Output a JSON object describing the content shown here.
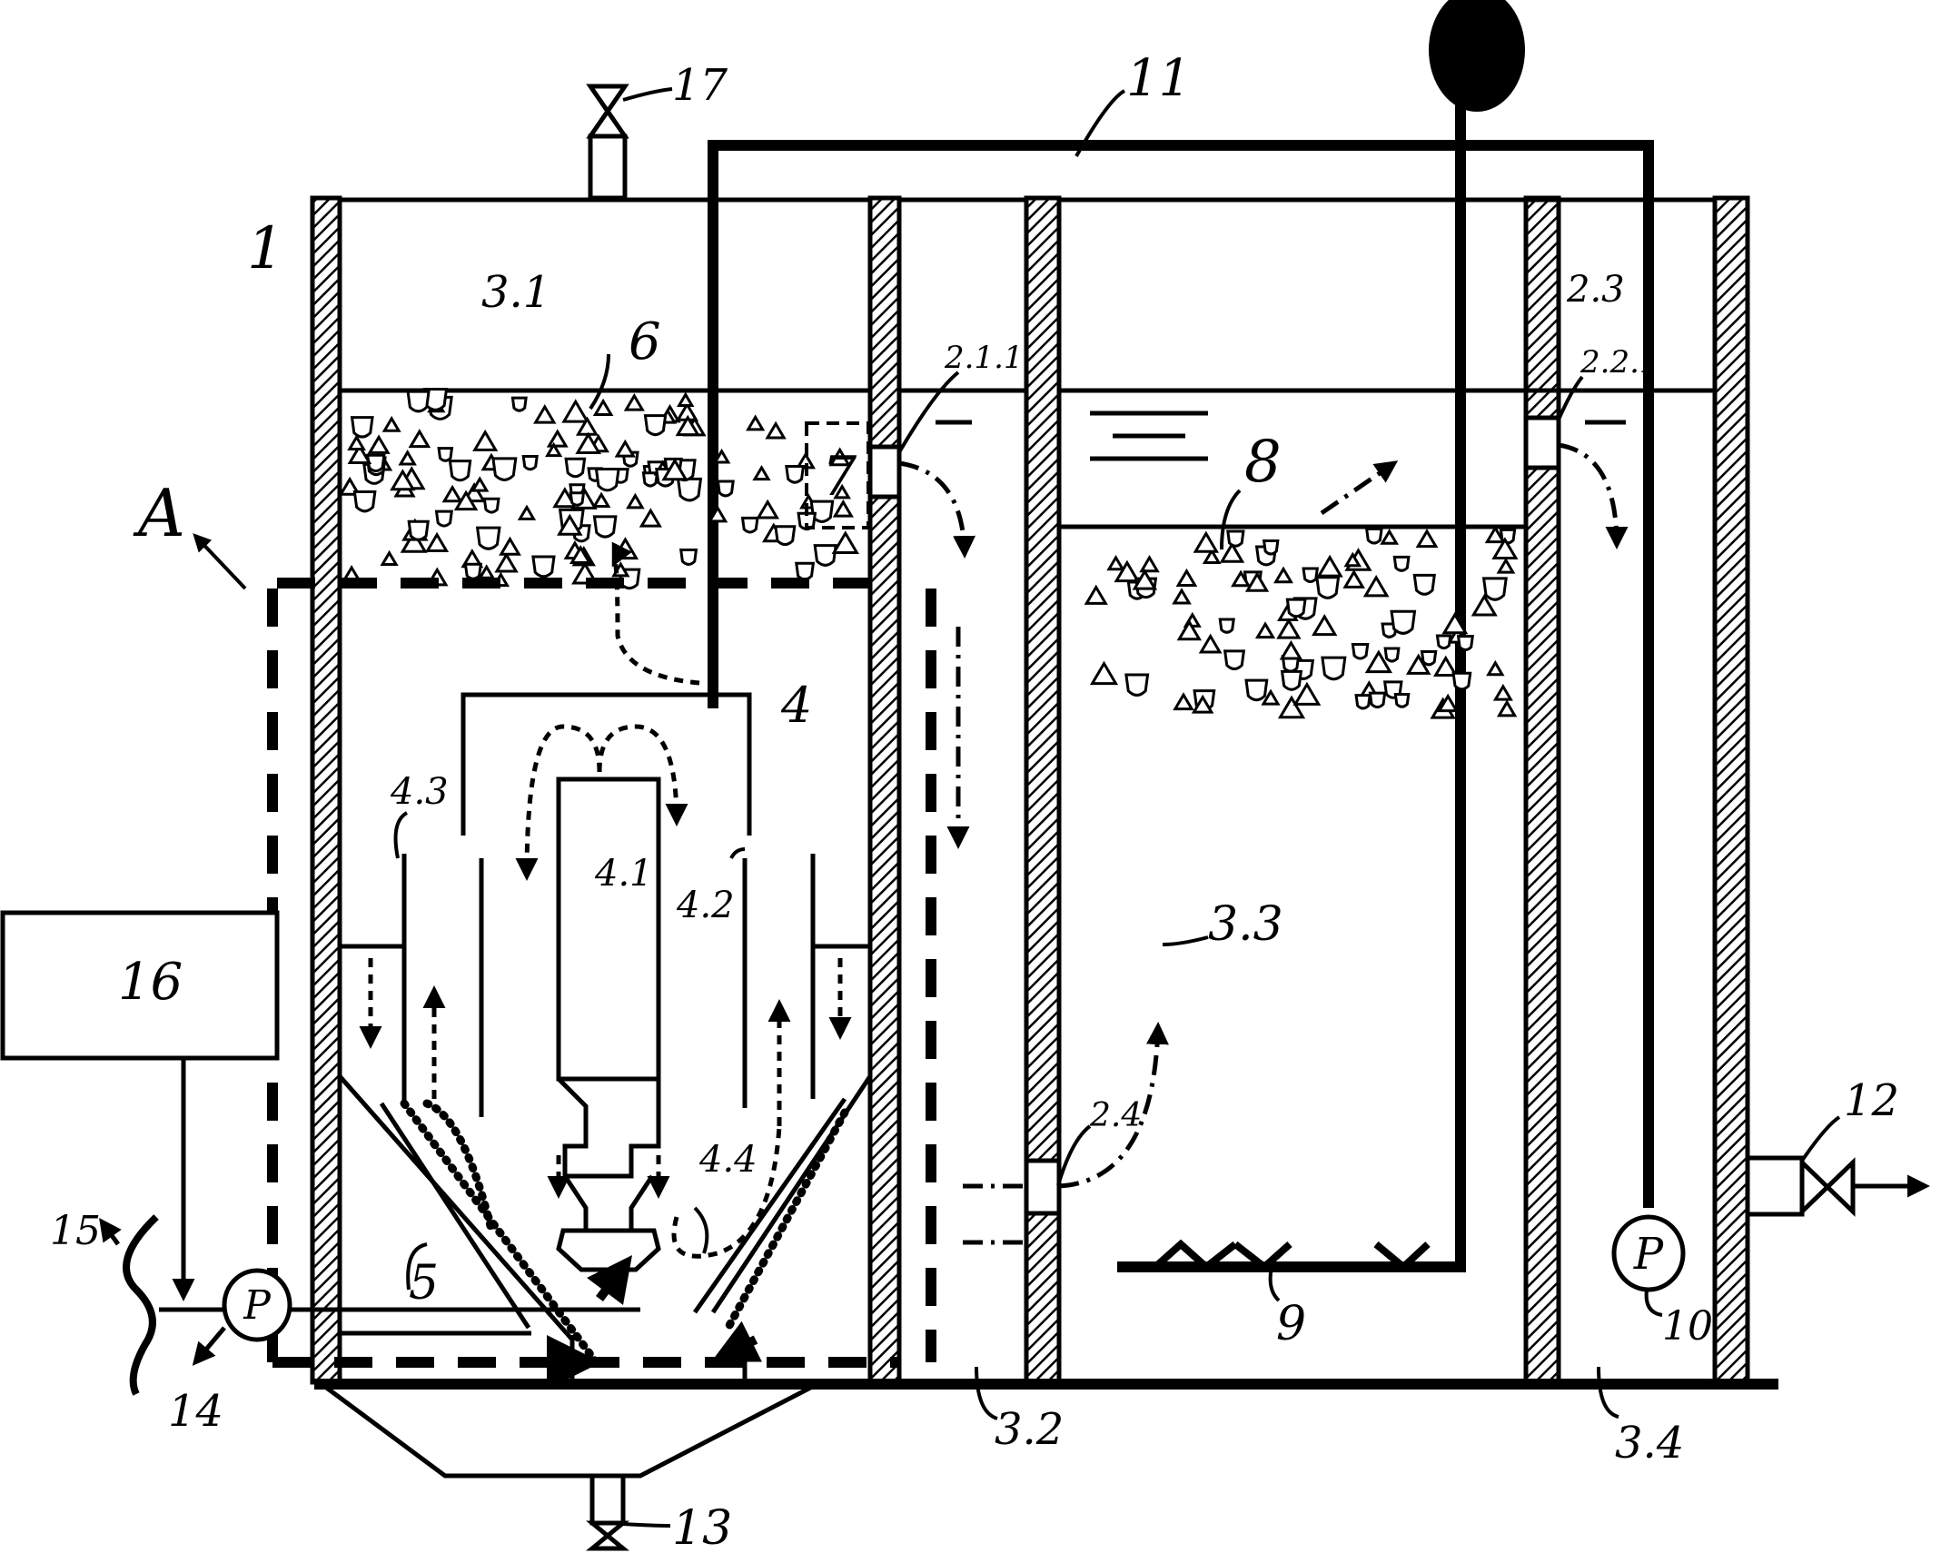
{
  "labels": {
    "l1": "1",
    "l31": "3.1",
    "l6": "6",
    "l7": "7",
    "l17": "17",
    "l11": "11",
    "l211": "2.1.1",
    "l23": "2.3",
    "l221": "2.2.1",
    "l8": "8",
    "lA": "A",
    "l4": "4",
    "l43": "4.3",
    "l41": "4.1",
    "l42": "4.2",
    "l16": "16",
    "l33": "3.3",
    "l24": "2.4",
    "l44": "4.4",
    "l5": "5",
    "l15": "15",
    "l14": "14",
    "l9": "9",
    "l12": "12",
    "l10": "10",
    "l32": "3.2",
    "l34": "3.4",
    "l13": "13",
    "pump_left": "P",
    "pump_right": "P"
  },
  "icons": {
    "valves": "bowtie-valve-icon",
    "pumps": "pump-icon",
    "aerator": "aeration-diffuser-icon"
  }
}
